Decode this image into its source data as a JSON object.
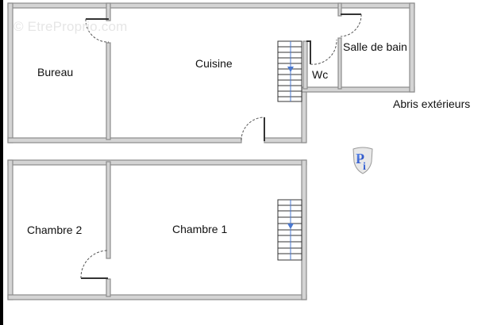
{
  "watermark": "© EtreProprio.com",
  "rooms": {
    "bureau": "Bureau",
    "cuisine": "Cuisine",
    "salle_de_bain": "Salle de bain",
    "wc": "Wc",
    "chambre2": "Chambre 2",
    "chambre1": "Chambre 1"
  },
  "outside_label": "Abris extérieurs",
  "colors": {
    "wall_outer": "#8c8c8c",
    "wall_fill": "#d4d4d4",
    "door_arc": "#555555",
    "stair_arrow": "#4a78d0",
    "logo_blue": "#1f4fd8"
  },
  "logo": "PI"
}
